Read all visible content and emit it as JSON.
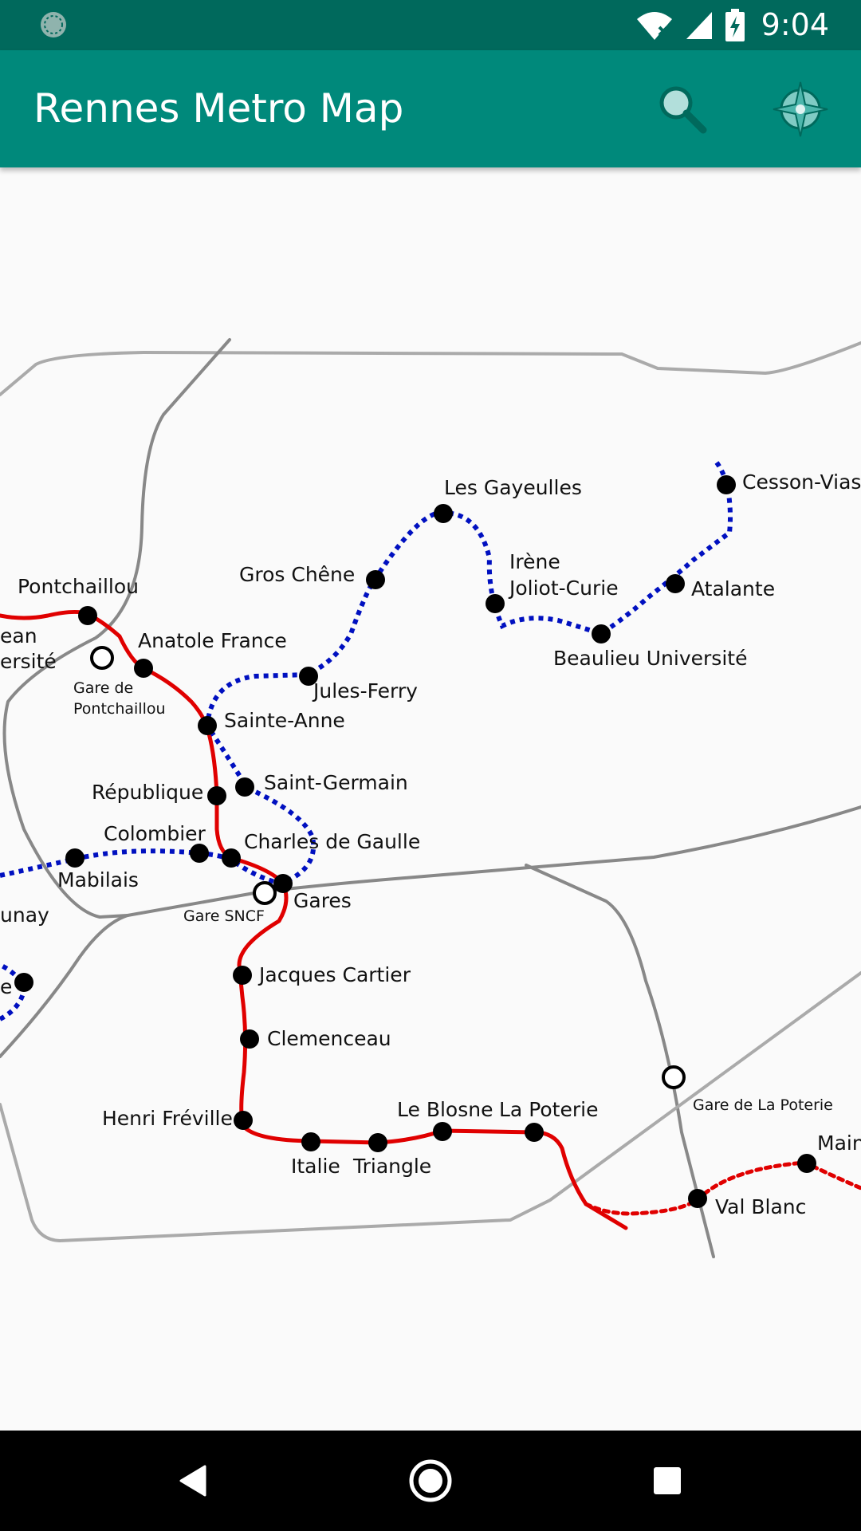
{
  "app": {
    "title": "Rennes Metro Map"
  },
  "status_bar": {
    "time": "9:04"
  },
  "icons": {
    "status_left": "loading-circle-icon",
    "wifi": "wifi-off-icon",
    "signal": "cell-signal-icon",
    "battery": "battery-charging-icon",
    "search": "search-icon",
    "locate": "compass-locate-icon",
    "nav_back": "nav-back-icon",
    "nav_home": "nav-home-icon",
    "nav_recents": "nav-recents-icon"
  },
  "colors": {
    "status_bar": "#00695c",
    "app_bar": "#00897b",
    "line_a": "#e00000",
    "line_b": "#0010c0",
    "rail": "#888888"
  },
  "stations": {
    "pontchaillou": "Pontchaillou",
    "anatole_france": "Anatole France",
    "gare_pontchaillou_1": "Gare de",
    "gare_pontchaillou_2": "Pontchaillou",
    "sainte_anne": "Sainte-Anne",
    "jules_ferry": "Jules-Ferry",
    "gros_chene": "Gros Chêne",
    "les_gayeulles": "Les Gayeulles",
    "irene_1": "Irène",
    "irene_2": "Joliot-Curie",
    "beaulieu": "Beaulieu Université",
    "atalante": "Atalante",
    "cesson": "Cesson-Vias",
    "republique": "République",
    "saint_germain": "Saint-Germain",
    "colombier": "Colombier",
    "charles_de_gaulle": "Charles de Gaulle",
    "mabilais": "Mabilais",
    "gares": "Gares",
    "gare_sncf": "Gare SNCF",
    "jacques_cartier": "Jacques Cartier",
    "clemenceau": "Clemenceau",
    "henri_freville": "Henri Fréville",
    "italie": "Italie",
    "triangle": "Triangle",
    "le_blosne": "Le Blosne",
    "la_poterie": "La Poterie",
    "gare_la_poterie": "Gare de La Poterie",
    "val_blanc": "Val Blanc",
    "main": "Main",
    "ean": "ean",
    "ersite": "ersité",
    "unay": "unay",
    "e": "e"
  }
}
